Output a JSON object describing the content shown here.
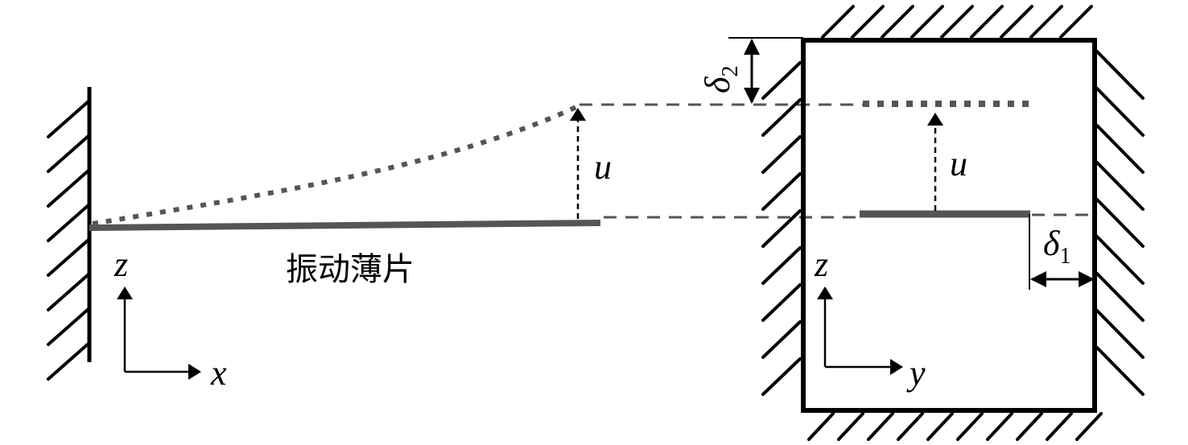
{
  "labels": {
    "displacement_left": "u",
    "displacement_right": "u",
    "plate_caption": "振动薄片",
    "axis_z_left": "z",
    "axis_x": "x",
    "axis_z_right": "z",
    "axis_y": "y",
    "delta1_symbol": "δ",
    "delta1_subscript": "1",
    "delta2_symbol": "δ",
    "delta2_subscript": "2"
  },
  "colors": {
    "ink": "#000000",
    "plate": "#555555",
    "dashed_guide": "#555555",
    "dotted_deflection": "#555555",
    "background": "#ffffff"
  }
}
